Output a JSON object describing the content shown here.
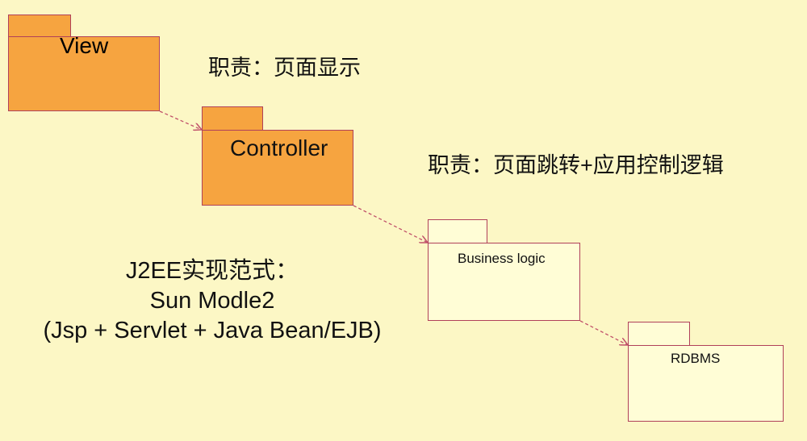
{
  "packages": {
    "view": "View",
    "controller": "Controller",
    "business": "Business logic",
    "rdbms": "RDBMS"
  },
  "notes": {
    "view_duty": "职责：页面显示",
    "controller_duty": "职责：页面跳转+应用控制逻辑"
  },
  "j2ee": {
    "title": "J2EE实现范式：",
    "model": "Sun Modle2",
    "stack": "(Jsp + Servlet + Java Bean/EJB)"
  },
  "colors": {
    "background": "#fcf7c5",
    "orange_package": "#f6a440",
    "pale_package": "#fffdd6",
    "border": "#b0405a",
    "arrow": "#c0506a"
  }
}
